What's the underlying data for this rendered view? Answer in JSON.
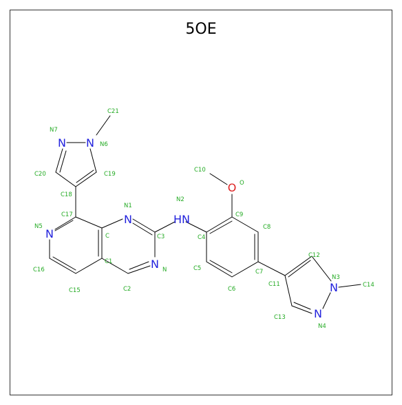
{
  "title": "5OE",
  "colors": {
    "bond": "#000000",
    "nitrogen": "#2222dd",
    "oxygen": "#dd2222",
    "carbon_label": "#22aa22",
    "frame": "#333333"
  },
  "symbols": {
    "N7": "N",
    "N6": "N",
    "N1": "N",
    "N2": "N",
    "H2": "H",
    "O": "O",
    "N5": "N",
    "N": "N",
    "N3": "N",
    "N4": "N"
  },
  "labels": {
    "C21": "C21",
    "N7": "N7",
    "N6": "N6",
    "C20": "C20",
    "C19": "C19",
    "C18": "C18",
    "C10": "C10",
    "O": "O",
    "N2": "N2",
    "N1": "N1",
    "C17": "C17",
    "N5": "N5",
    "C": "C",
    "C9": "C9",
    "C3": "C3",
    "C4": "C4",
    "C8": "C8",
    "C1": "C1",
    "C16": "C16",
    "N": "N",
    "C5": "C5",
    "C7": "C7",
    "C12": "C12",
    "N3": "N3",
    "C11": "C11",
    "C14": "C14",
    "C15": "C15",
    "C2": "C2",
    "C6": "C6",
    "C13": "C13",
    "N4": "N4"
  }
}
